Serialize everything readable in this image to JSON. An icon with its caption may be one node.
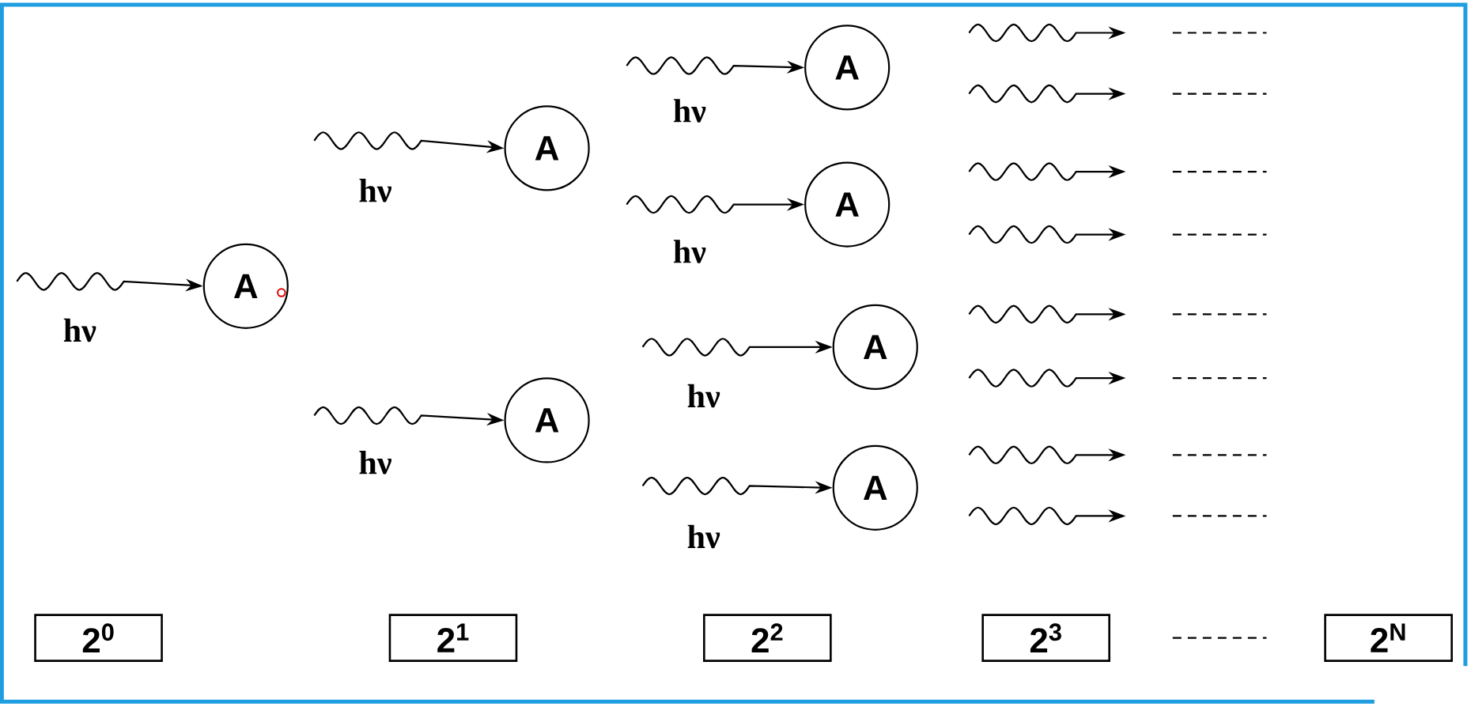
{
  "diagram": {
    "nodes": [
      {
        "text": [
          "A"
        ]
      },
      {
        "text": [
          "A"
        ]
      },
      {
        "text": [
          "A"
        ]
      },
      {
        "text": [
          "A"
        ]
      },
      {
        "text": [
          "A"
        ]
      },
      {
        "text": [
          "A"
        ]
      },
      {
        "text": [
          "A"
        ]
      },
      {
        "text": [
          "2$^{0}$"
        ]
      },
      {
        "text": [
          "2$^{1}$"
        ]
      },
      {
        "text": [
          "2$^{2}$"
        ]
      },
      {
        "text": [
          "2$^{3}$"
        ]
      },
      {
        "text": [
          "2$^{N}$"
        ]
      }
    ],
    "edges": [
      {
        "from": null,
        "to": 0,
        "arrow": "to",
        "label": "hν"
      },
      {
        "from": null,
        "to": 1,
        "arrow": "to",
        "label": "hν"
      },
      {
        "from": null,
        "to": 2,
        "arrow": "to",
        "label": "hν"
      },
      {
        "from": null,
        "to": 3,
        "arrow": "to",
        "label": "hν"
      },
      {
        "from": null,
        "to": 4,
        "arrow": "to",
        "label": "hν"
      },
      {
        "from": null,
        "to": 5,
        "arrow": "to",
        "label": "hν"
      },
      {
        "from": null,
        "to": 6,
        "arrow": "to",
        "label": "hν"
      }
    ]
  }
}
